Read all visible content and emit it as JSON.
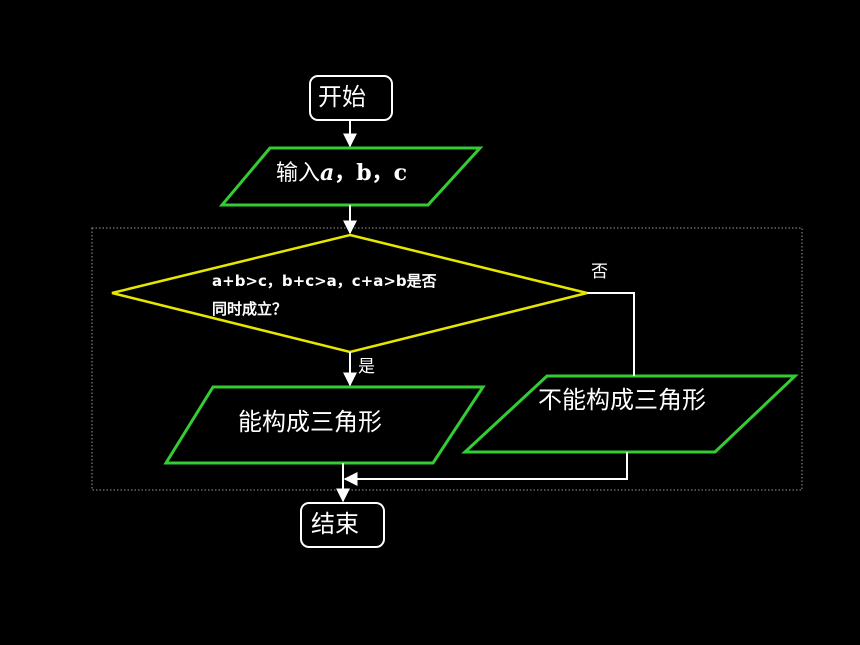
{
  "flowchart": {
    "start": "开始",
    "input": {
      "prefix": "输入",
      "var_a": "a",
      "rest": "，b，c"
    },
    "decision": {
      "line1": "a+b>c，b+c>a，c+a>b是否",
      "line2": "同时成立？"
    },
    "yes_label": "是",
    "no_label": "否",
    "output_yes": "能构成三角形",
    "output_no": "不能构成三角形",
    "end": "结束"
  },
  "colors": {
    "background": "#000000",
    "terminal_border": "#ffffff",
    "parallelogram_border": "#33cc33",
    "decision_border": "#e6e600",
    "arrow": "#ffffff",
    "loop_frame": "#9a9a9a"
  }
}
